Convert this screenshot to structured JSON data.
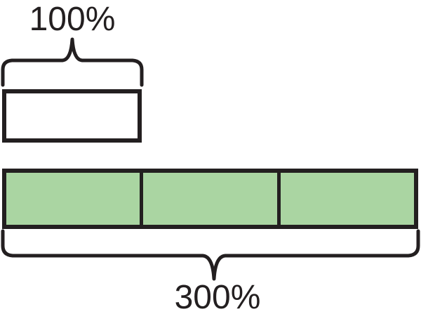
{
  "diagram": {
    "title": "Percent tape diagram comparing 100% to 300%",
    "background_color": "#ffffff",
    "stroke_color": "#231f20",
    "fill_color": "#aad5a2",
    "unit_bar": {
      "label": "100%",
      "fill": "white",
      "segments": 1,
      "value": 100
    },
    "triple_bar": {
      "label": "300%",
      "fill": "green",
      "segments": 3,
      "value": 300,
      "segment_values": [
        100,
        100,
        100
      ]
    }
  },
  "chart_data": {
    "type": "bar",
    "title": "",
    "subtitle": "",
    "xlabel": "",
    "ylabel": "",
    "orientation": "horizontal",
    "categories": [
      "100%",
      "300%"
    ],
    "values": [
      100,
      300
    ],
    "annotations": [
      "100%",
      "300%"
    ],
    "segments": [
      1,
      3
    ],
    "segment_value": 100,
    "colors": [
      "#ffffff",
      "#aad5a2"
    ],
    "grid": false,
    "legend": "none",
    "xlim": [
      0,
      300
    ]
  }
}
